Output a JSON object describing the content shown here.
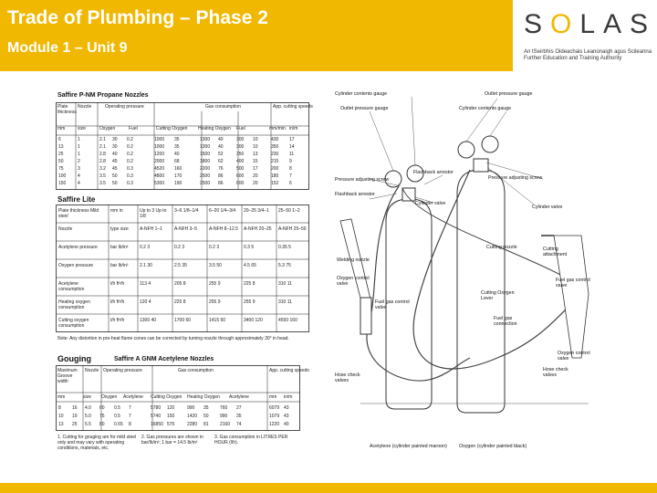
{
  "header": {
    "title": "Trade of Plumbing – Phase 2",
    "subtitle": "Module 1 – Unit 9",
    "background_color": "#f0b800",
    "text_color": "#ffffff"
  },
  "logo": {
    "word_s1": "S",
    "word_o": "O",
    "word_rest": "LAS",
    "tagline_1": "An tSeirbhís Oideachais Leanúnaigh agus Scileanna",
    "tagline_2": "Further Education and Training Authority",
    "accent_color": "#f0b800"
  },
  "document": {
    "tables": [
      {
        "id": "propane",
        "title": "Saffire P-NM Propane Nozzles",
        "headers": [
          "Plate thickness",
          "Nozzle",
          "Operating pressure",
          "Gas consumption",
          "App. cutting speeds"
        ],
        "subheaders": [
          "mm",
          "size",
          "Oxygen",
          "Fuel",
          "Cutting Oxygen",
          "Heating Oxygen",
          "Fuel",
          "mm/min",
          "in/m"
        ],
        "rows": [
          [
            "6",
            "1",
            "2.1",
            "30",
            "0.2",
            "1000",
            "35",
            "1300",
            "40",
            "300",
            "10",
            "430",
            "17"
          ],
          [
            "13",
            "1",
            "2.1",
            "30",
            "0.2",
            "1000",
            "35",
            "1300",
            "40",
            "300",
            "10",
            "350",
            "14"
          ],
          [
            "25",
            "1",
            "2.8",
            "40",
            "0.2",
            "1200",
            "40",
            "1500",
            "52",
            "350",
            "13",
            "230",
            "11"
          ],
          [
            "50",
            "2",
            "2.8",
            "45",
            "0.2",
            "2000",
            "68",
            "1800",
            "62",
            "400",
            "15",
            "215",
            "9"
          ],
          [
            "75",
            "3",
            "3.2",
            "45",
            "0.3",
            "4520",
            "160",
            "2200",
            "76",
            "500",
            "17",
            "200",
            "8"
          ],
          [
            "100",
            "4",
            "3.5",
            "50",
            "0.3",
            "4800",
            "170",
            "2500",
            "86",
            "600",
            "20",
            "180",
            "7"
          ],
          [
            "150",
            "4",
            "3.5",
            "50",
            "0.3",
            "5300",
            "190",
            "2500",
            "86",
            "600",
            "20",
            "152",
            "6"
          ]
        ]
      },
      {
        "id": "lite",
        "title": "Saffire Lite",
        "rows": [
          [
            "Plate thickness Mild steel",
            "mm in",
            "Up to 3 Up to 1/8",
            "3–6 1/8–1/4",
            "6–20 1/4–3/4",
            "20–25 3/4–1",
            "25–50 1–2"
          ],
          [
            "Nozzle",
            "type size",
            "A-NFH 1–1",
            "A-NFH 3–5",
            "A-NFH 8–12.5",
            "A-NFH 20–25",
            "A-NFH 25–50"
          ],
          [
            "Acetylene pressure",
            "bar lb/in²",
            "0.2 3",
            "0.2 3",
            "0.2 3",
            "0.3 5",
            "0.35 5"
          ],
          [
            "Oxygen pressure",
            "bar lb/in²",
            "2.1 30",
            "2.5 35",
            "3.5 50",
            "4.5 65",
            "5.3 75"
          ],
          [
            "Acetylene consumption",
            "l/h ft³/h",
            "113 4",
            "205 8",
            "255 9",
            "225 8",
            "310 11"
          ],
          [
            "Heating oxygen consumption",
            "l/h ft³/h",
            "120 4",
            "225 8",
            "255 9",
            "255 9",
            "310 11"
          ],
          [
            "Cutting oxygen consumption",
            "l/h ft³/h",
            "1300 40",
            "1700 60",
            "1415 50",
            "3400 120",
            "4550 160"
          ]
        ],
        "note": "Note: Any distortion in pre-heat flame cones can be corrected by turning nozzle through approximately 30° in head."
      },
      {
        "id": "gouging",
        "section_title": "Gouging",
        "title": "Saffire A GNM Acetylene Nozzles",
        "headers": [
          "Maximum Groove width",
          "Nozzle",
          "Operating pressure",
          "Gas consumption",
          "App. cutting speeds"
        ],
        "subheaders": [
          "mm",
          "size",
          "Oxygen",
          "Acetylene",
          "Cutting Oxygen",
          "Heating Oxygen",
          "Acetylene",
          "mm",
          "in/m"
        ],
        "rows": [
          [
            "8",
            "16",
            "4.0",
            "60",
            "0.5",
            "7",
            "5780",
            "120",
            "990",
            "35",
            "760",
            "27",
            "6079",
            "43"
          ],
          [
            "10",
            "19",
            "5.0",
            "75",
            "0.5",
            "7",
            "5740",
            "150",
            "1420",
            "50",
            "990",
            "35",
            "1079",
            "43"
          ],
          [
            "13",
            "25",
            "5.5",
            "80",
            "0.55",
            "8",
            "16850",
            "575",
            "2280",
            "81",
            "2160",
            "74",
            "1220",
            "40"
          ]
        ],
        "notes": [
          "1. Cutting for gouging are for mild steel only and may vary with operating conditions, materials, etc.",
          "2. Gas pressures are shown in bar/lb/in²; 1 bar = 14.5 lb/in²",
          "3. Gas consumption in LITRES PER HOUR (l/h)."
        ]
      }
    ],
    "diagram_labels": {
      "cylinder_contents_gauge_left": "Cylinder contents gauge",
      "outlet_pressure_gauge_left": "Outlet pressure gauge",
      "outlet_pressure_gauge_right": "Outlet pressure gauge",
      "cylinder_contents_gauge_right": "Cylinder contents gauge",
      "flashback_arrestor_top": "Flashback arrestor",
      "pressure_adjusting_screw_left": "Pressure adjusting screw",
      "pressure_adjusting_screw_right": "Pressure adjusting screw",
      "flashback_arrestor_left": "Flashback arrestor",
      "cylinder_valve_left": "Cylinder valve",
      "cylinder_valve_right": "Cylinder valve",
      "cutting_nozzle": "Cutting nozzle",
      "cutting_attachment": "Cutting attachment",
      "welding_nozzle": "Welding nozzle",
      "oxygen_control_valve_left": "Oxygen control valve",
      "fuel_gas_control_valve_left": "Fuel gas control valve",
      "fuel_gas_control_valve_right": "Fuel gas control valve",
      "cutting_oxygen_lever": "Cutting Oxygen Lever",
      "fuel_gas_connection": "Fuel gas connection",
      "oxygen_control_valve_right": "Oxygen control valve",
      "hose_check_valves_left": "Hose check valves",
      "hose_check_valves_right": "Hose check valves",
      "acetylene": "Acetylene (cylinder painted maroon)",
      "oxygen": "Oxygen (cylinder painted black)"
    }
  }
}
